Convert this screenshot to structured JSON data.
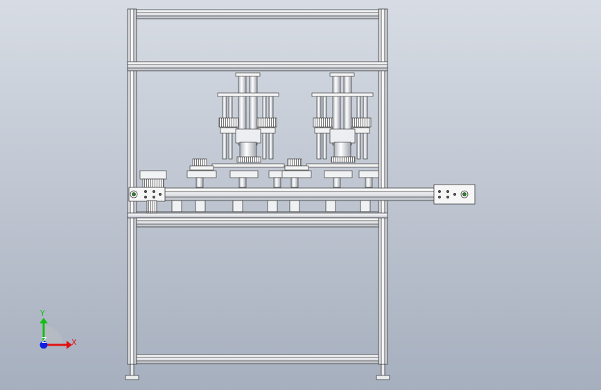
{
  "viewport": {
    "background_top": "#d7dce4",
    "background_bottom": "#a6afbe"
  },
  "triad": {
    "x_label": "X",
    "y_label": "Y",
    "z_label": "Z",
    "x_color": "#e01010",
    "y_color": "#10c010",
    "z_color": "#1020e0"
  },
  "model": {
    "frame_color": "#f2f3f5",
    "edge_color": "#3a3a3a"
  }
}
